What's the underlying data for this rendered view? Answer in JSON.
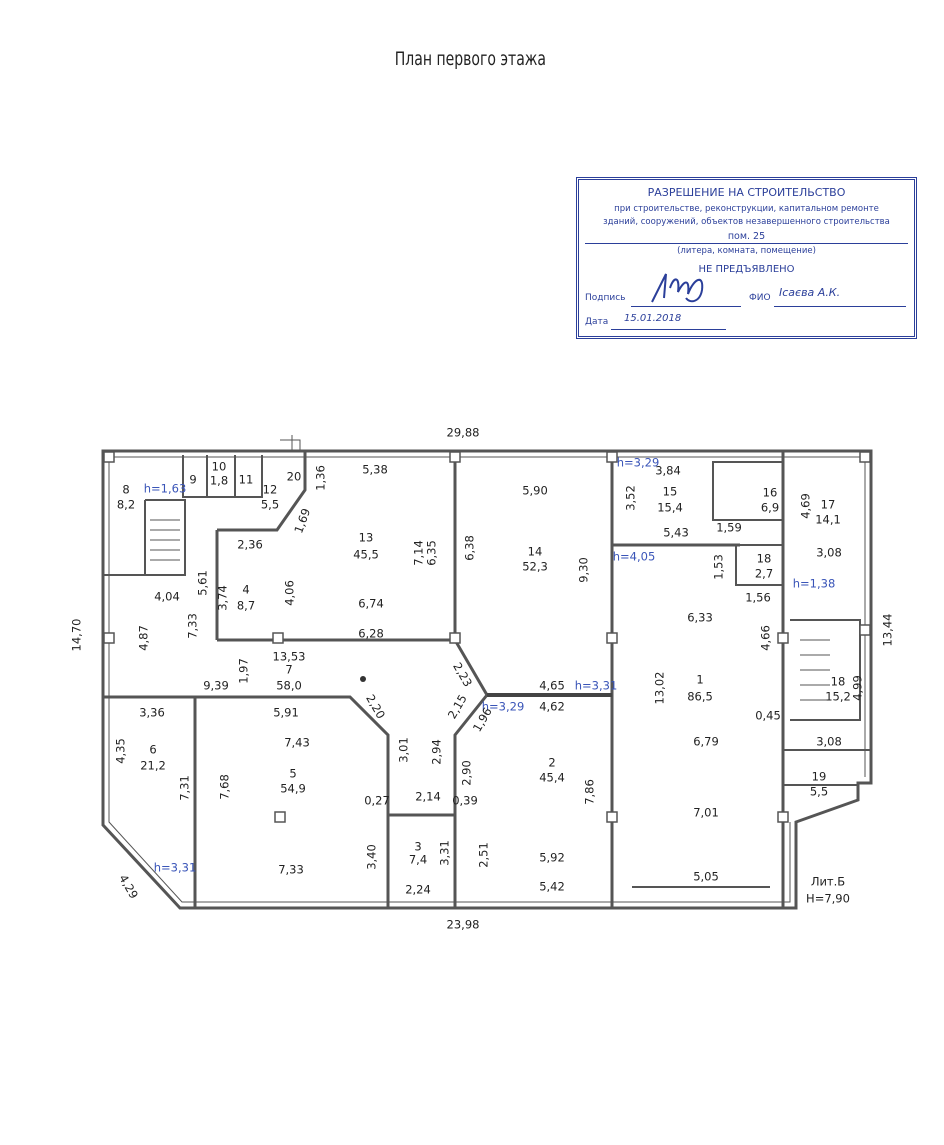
{
  "title": "План первого этажа",
  "stamp": {
    "heading": "РАЗРЕШЕНИЕ НА СТРОИТЕЛЬСТВО",
    "line1": "при строительстве, реконструкции, капитальном ремонте",
    "line2": "зданий, сооружений, объектов незавершенного строительства",
    "room": "пом. 25",
    "caption": "(литера, комната, помещение)",
    "status": "НЕ ПРЕДЪЯВЛЕНО",
    "signature_label": "Подпись",
    "fio_label": "ФИО",
    "fio_value": "Ісаєва А.К.",
    "date_label": "Дата",
    "date_value": "15.01.2018",
    "color": "#2b3f9a"
  },
  "labels": [
    "29,88",
    "23,98",
    "14,70",
    "13,44",
    "8",
    "8,2",
    "h=1,63",
    "9",
    "10",
    "1,8",
    "11",
    "20",
    "1,36",
    "12",
    "5,5",
    "1,69",
    "5,38",
    "13",
    "45,5",
    "7,14",
    "6,35",
    "6,38",
    "2,36",
    "4",
    "8,7",
    "3,74",
    "4,06",
    "5,61",
    "4,04",
    "7,33",
    "4,87",
    "6,74",
    "6,28",
    "13,53",
    "7",
    "58,0",
    "1,97",
    "9,39",
    "5,90",
    "14",
    "52,3",
    "9,30",
    "2,23",
    "4,65",
    "h=3,31",
    "4,62",
    "h=3,29",
    "2,15",
    "1,96",
    "2,20",
    "h=3,29",
    "3,84",
    "3,52",
    "15",
    "15,4",
    "5,43",
    "16",
    "6,9",
    "1,59",
    "4,69",
    "17",
    "14,1",
    "3,08",
    "h=4,05",
    "18",
    "2,7",
    "1,53",
    "h=1,38",
    "1,56",
    "6,33",
    "4,66",
    "13,02",
    "1",
    "86,5",
    "18",
    "15,2",
    "4,99",
    "0,45",
    "3,36",
    "5,91",
    "7,43",
    "4,35",
    "6",
    "21,2",
    "7,31",
    "5",
    "54,9",
    "7,68",
    "3,01",
    "2,94",
    "2,90",
    "6,79",
    "3,08",
    "2,14",
    "0,27",
    "0,39",
    "2",
    "45,4",
    "7,86",
    "19",
    "5,5",
    "7,01",
    "3,40",
    "3",
    "7,4",
    "3,31",
    "2,51",
    "5,92",
    "4,29",
    "h=3,31",
    "7,33",
    "5,05",
    "Лит.Б",
    "H=7,90",
    "2,24",
    "5,42"
  ]
}
